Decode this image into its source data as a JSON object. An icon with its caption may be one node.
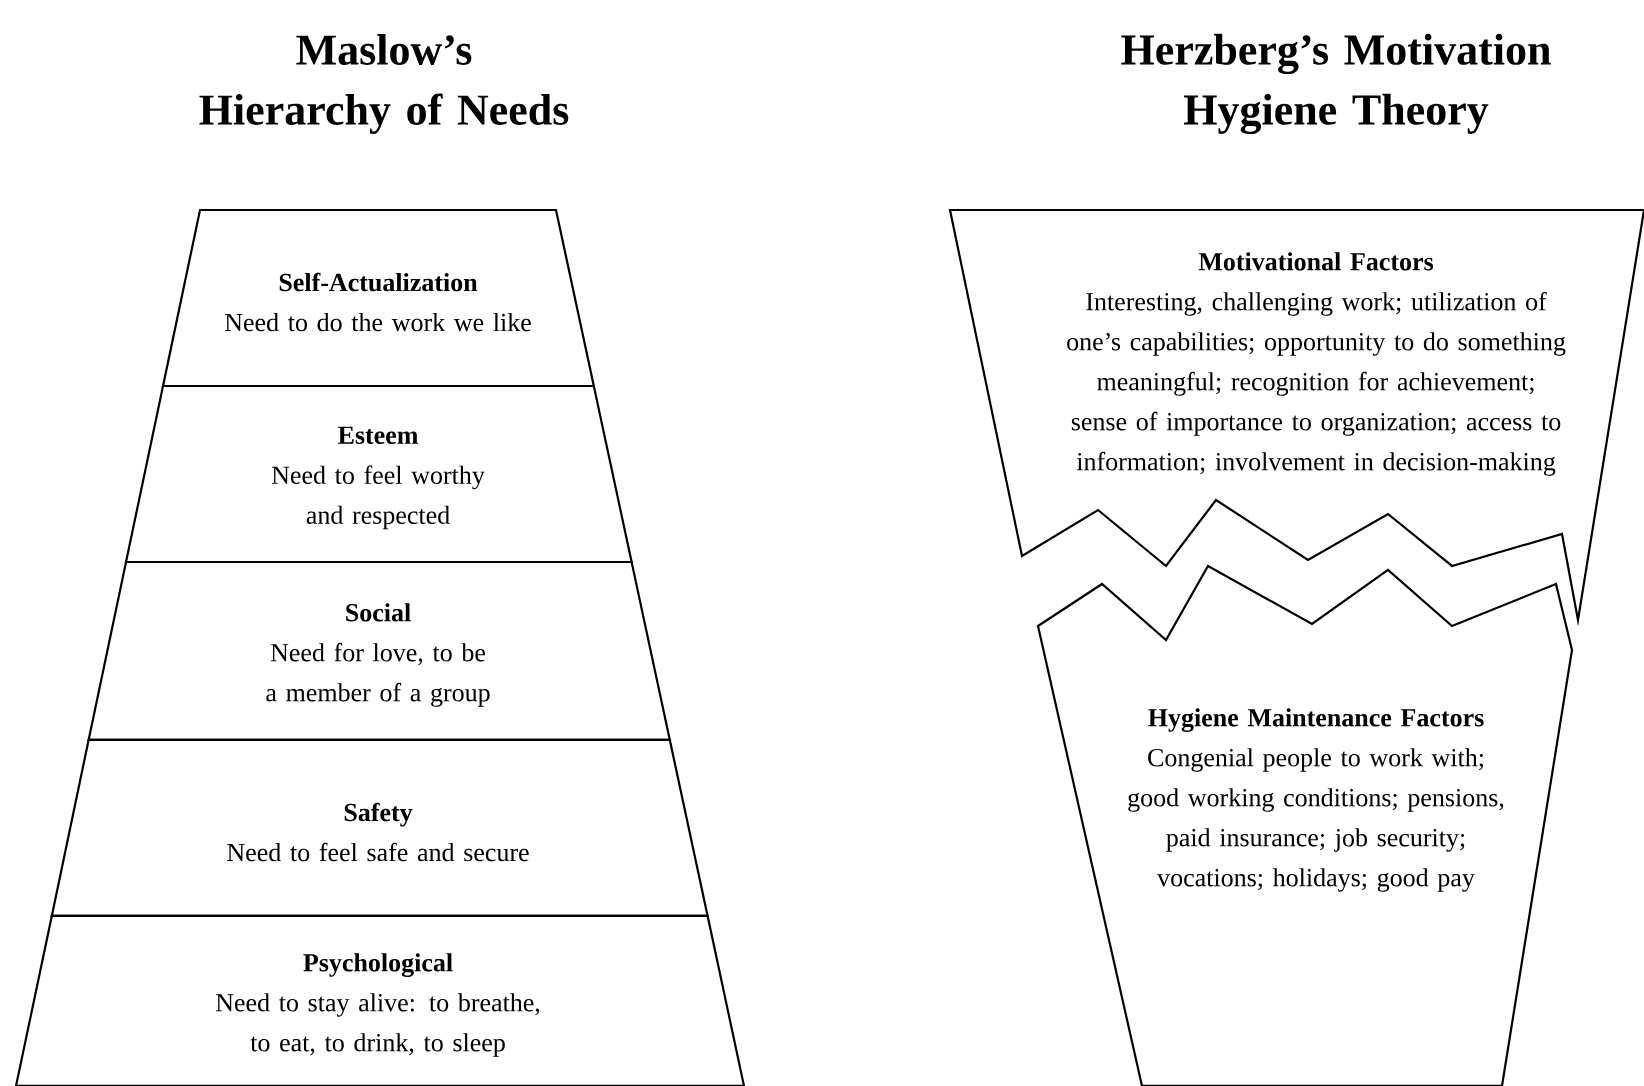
{
  "diagram": {
    "nodes": [
      {
        "text": [
          "Self-Actualization",
          "Need to do the work we like"
        ]
      },
      {
        "text": [
          "Esteem",
          "Need to feel worthy and respected"
        ]
      },
      {
        "text": [
          "Social",
          "Need for love, to be a member of a group"
        ]
      },
      {
        "text": [
          "Safety",
          "Need to feel safe and secure"
        ]
      },
      {
        "text": [
          "Psychological",
          "Need to stay alive: to breathe, to eat, to drink, to sleep"
        ]
      },
      {
        "text": [
          "Motivational Factors",
          "Interesting, challenging work; utilization of one’s capabilities; opportunity to do something meaningful; recognition for achievement; sense of importance to organization; access to information; involvement in decision-making"
        ]
      },
      {
        "text": [
          "Hygiene Maintenance Factors",
          "Congenial people to work with; good working conditions; pensions, paid insurance; job security; vocations; holidays; good pay"
        ]
      }
    ],
    "labels": [
      "Maslow’s Hierarchy of Needs",
      "Herzberg’s Motivation Hygiene Theory"
    ]
  }
}
